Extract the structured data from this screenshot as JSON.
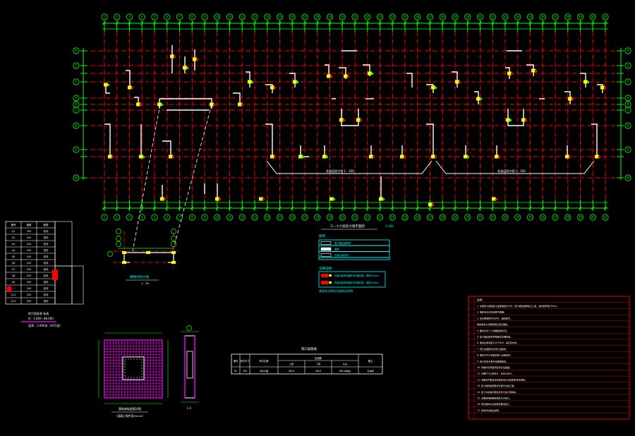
{
  "colors": {
    "background": "#000000",
    "axis_green": "#00ff00",
    "grid_red": "#ff0000",
    "wall_white": "#ffffff",
    "column_yellow": "#ffff00",
    "legend_cyan": "#00ffff",
    "mesh_magenta": "#ff00ff",
    "notes_red": "#ff0000"
  },
  "grid_top_labels": [
    "1",
    "2",
    "3",
    "4",
    "5",
    "6",
    "7",
    "8",
    "9",
    "10",
    "11",
    "12",
    "13",
    "14",
    "15",
    "16",
    "17",
    "18",
    "19",
    "20",
    "21",
    "22",
    "23",
    "24",
    "25",
    "26",
    "27",
    "28",
    "29",
    "30",
    "31",
    "32",
    "33",
    "34",
    "35",
    "36",
    "37",
    "38",
    "39",
    "40",
    "41"
  ],
  "grid_side_labels": [
    "H",
    "G",
    "F",
    "E",
    "D",
    "C",
    "B",
    "A",
    "A0"
  ],
  "plan_note_left": "标准层剪力墙 1：100",
  "plan_note_right": "标准层剪力墙 1：100",
  "plan_title": "三~十六层剪力墙平面图",
  "plan_scale": "1:100",
  "legend1": {
    "title": "图例：",
    "items": [
      "剪力墙边缘构件",
      "墙体",
      "约束边缘构件"
    ]
  },
  "legend2": {
    "title": "注释说明：",
    "items": [
      "约束边缘构件编号详见墙柱表，墙厚200mm",
      "构造边缘构件编号详见墙柱表，墙厚200mm"
    ],
    "footnote": "其他未注明详见结构总说明"
  },
  "stair_plan_title": "楼梯间剪力墙",
  "stair_plan_scale": "1：50",
  "wall_table": {
    "headers": [
      "墙号",
      "墙厚",
      "配筋"
    ],
    "rows": [
      [
        "Q1",
        "200",
        "双向"
      ],
      [
        "Q2",
        "200",
        "双向"
      ],
      [
        "Q3",
        "200",
        "双向"
      ],
      [
        "Q4",
        "200",
        "双向"
      ],
      [
        "Q5",
        "200",
        "双向"
      ],
      [
        "Q6",
        "250",
        "双向"
      ],
      [
        "Q7",
        "200",
        "双向"
      ],
      [
        "Q8",
        "200",
        "双向"
      ],
      [
        "Q9",
        "200",
        "双向"
      ],
      [
        "Q10",
        "200",
        "双向"
      ],
      [
        "Q11",
        "200",
        "双向"
      ],
      [
        "Q12",
        "200",
        "双向"
      ]
    ],
    "caption_line1": "剪力墙身表  标高",
    "caption_line2": "H：3.000~48.000",
    "caption_line3": "层高：3.000米（共15层）"
  },
  "detail_title": "基础底板配筋详图",
  "detail_subtitle": "（混凝土保护层50mm）",
  "section_label": "1-1",
  "schedule": {
    "title": "洞口加筋表",
    "headers": [
      "编号",
      "洞口尺寸",
      "洞口位置",
      "加强筋",
      "备注"
    ],
    "sub_headers": [
      "上部",
      "下部",
      "左右"
    ],
    "row": [
      "D1",
      "200",
      "详见平面",
      "2Φ14",
      "2Φ14",
      "2Φ14(每边)",
      "见说明"
    ]
  },
  "notes": {
    "title": "说明：",
    "items": [
      "1. 本层剪力墙混凝土强度等级为C30，剪力墙抗震等级为三级，保护层厚度15mm。",
      "2. 墙体定位详见建筑平面图。",
      "3. 未注明墙厚均为200，轴线居中。",
      "   墙体竖向分布筋搭接长度见图集。",
      "4. 图中标高 H 为楼面结构标高。",
      "5. 剪力墙边缘构件配筋详见墙柱表。",
      "6. 墙身拉筋间距不大于600，梅花形布置。",
      "7. 洞口加强筋详见洞口加筋表。",
      "8. 墙体水平分布筋应伸入边缘构件。",
      "9. 施工时应与各专业图纸配合。",
      "10. 预埋件及预留洞应核对设备图。",
      "11. 本图尺寸以毫米计，标高以米计。",
      "12. 本图未尽事宜详见结构设计总说明及有关规范。",
      "13. 剪力墙连梁配筋详见梁平法施工图。",
      "14. 施工中如遇问题请及时与设计院联系。",
      "15. 本图须经审图合格后方可施工。",
      "16. 所有墙体均应按规范要求施工。",
      "17. 其他详见相关说明。"
    ]
  }
}
